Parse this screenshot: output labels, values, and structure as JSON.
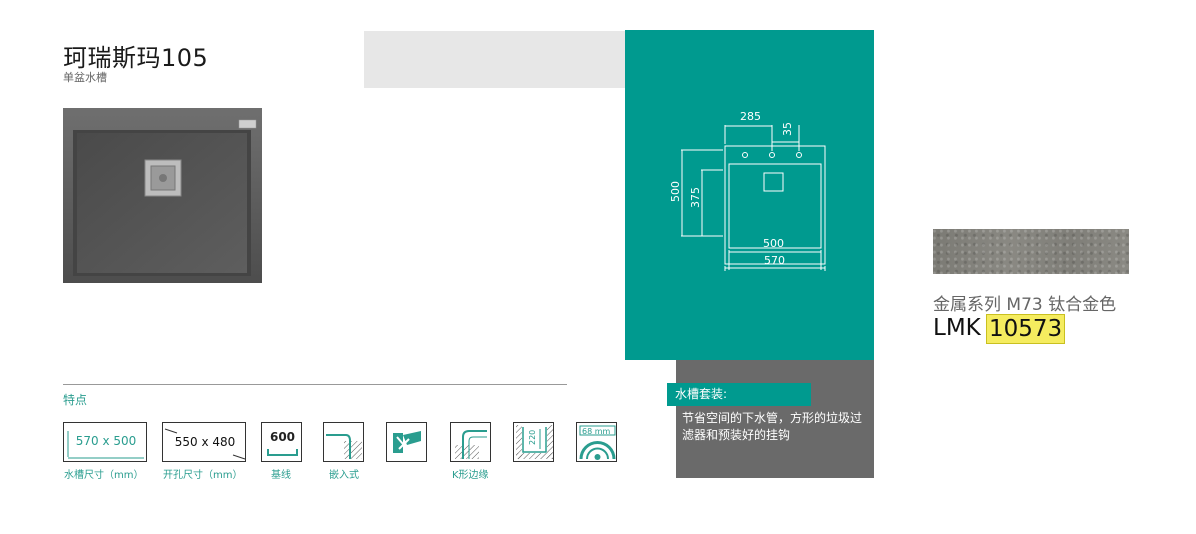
{
  "product": {
    "title": "珂瑞斯玛105",
    "subtitle": "单盆水槽"
  },
  "drawing": {
    "dim_top_width": "285",
    "dim_top_offset": "35",
    "dim_height_outer": "500",
    "dim_height_inner": "375",
    "dim_inner_width": "500",
    "dim_outer_width": "570"
  },
  "kit": {
    "label": "水槽套装:",
    "description": "节省空间的下水管，方形的垃圾过滤器和预装好的挂钩"
  },
  "finish": {
    "color_name": "金属系列 M73 钛合金色",
    "code_prefix": "LMK",
    "code_number": "10573"
  },
  "features": {
    "heading": "特点",
    "items": [
      {
        "value": "570 x 500",
        "caption": "水槽尺寸（mm）"
      },
      {
        "value": "550 x 480",
        "caption": "开孔尺寸（mm）"
      },
      {
        "value": "600",
        "caption": "基线"
      },
      {
        "value": "",
        "caption": "嵌入式"
      },
      {
        "value": "",
        "caption": ""
      },
      {
        "value": "",
        "caption": "K形边缘"
      },
      {
        "value": "220",
        "caption": ""
      },
      {
        "value": "68 mm",
        "caption": ""
      }
    ]
  },
  "colors": {
    "teal": "#009a8f",
    "dark_gray": "#6a6a6a",
    "light_gray": "#e7e7e7",
    "highlight": "#f5ec5f"
  }
}
